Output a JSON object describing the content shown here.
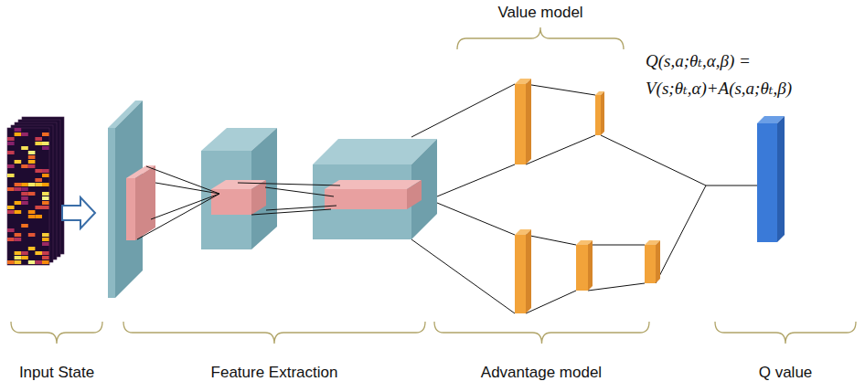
{
  "diagram": {
    "labels": [
      "Value model",
      "Q(s,a;θₜ,α,β) = V(s;θₜ,α)+A(s,a;θₜ,β)",
      "Input State",
      "Feature Extraction",
      "Advantage model",
      "Q value"
    ]
  }
}
